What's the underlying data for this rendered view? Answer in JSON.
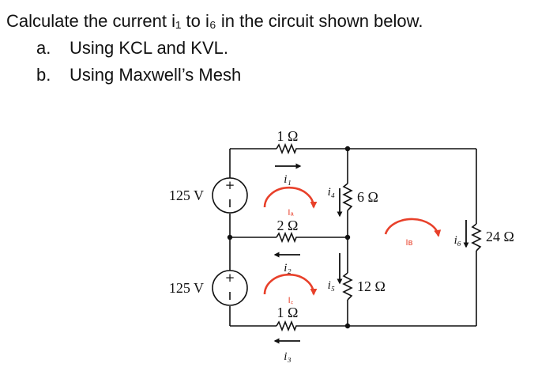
{
  "question": {
    "main": "Calculate the current i₁ to i₆ in the circuit shown below.",
    "items": [
      {
        "marker": "a.",
        "text": "Using KCL and KVL."
      },
      {
        "marker": "b.",
        "text": "Using Maxwell’s Mesh"
      }
    ]
  },
  "circuit": {
    "sources": {
      "top": "125 V",
      "bottom": "125 V"
    },
    "resistors": {
      "r_top": "1 Ω",
      "r_middle": "2 Ω",
      "r_bottom": "1 Ω",
      "r_6": "6 Ω",
      "r_12": "12 Ω",
      "r_24": "24 Ω"
    },
    "currents": {
      "i1": "i₁",
      "i2": "i₂",
      "i3": "i₃",
      "i4": "i₄",
      "i5": "i₅",
      "i6": "i₆"
    },
    "mesh_currents": {
      "a": "Iₐ",
      "b": "Iʙ",
      "c": "I꜀"
    },
    "colors": {
      "wire": "#111111",
      "mesh_arrow": "#e8402a"
    }
  }
}
